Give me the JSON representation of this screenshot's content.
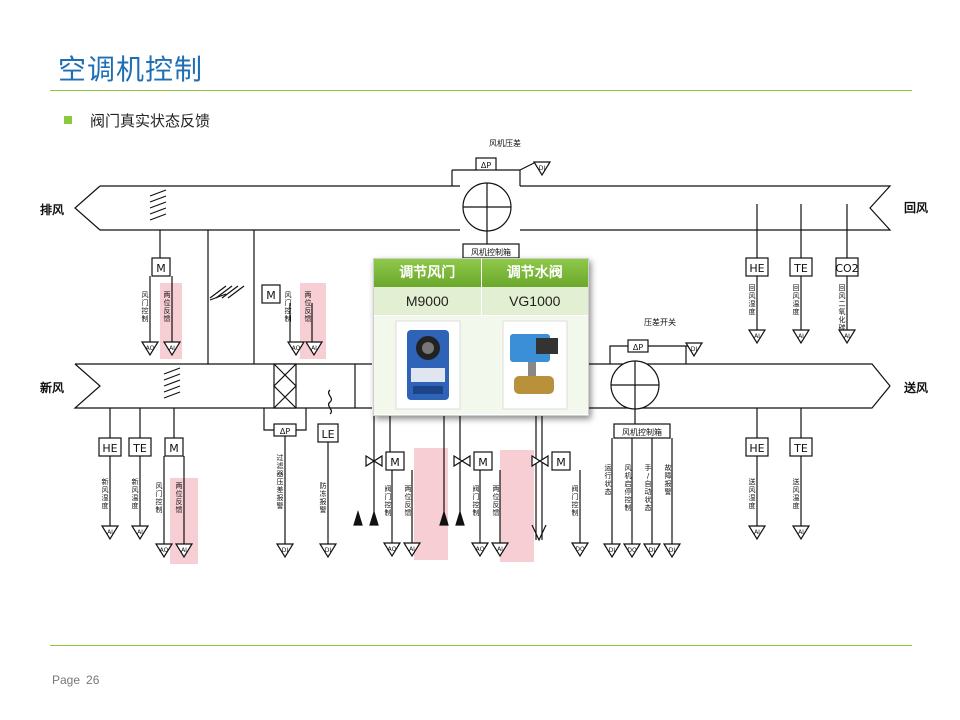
{
  "title": "空调机控制",
  "bullet": "阀门真实状态反馈",
  "footer": {
    "label": "Page",
    "number": "26"
  },
  "side_labels": {
    "exhaust": "排风",
    "fresh": "新风",
    "return": "回风",
    "supply": "送风"
  },
  "fan_pressure": {
    "label": "风机压差",
    "dp": "ΔP",
    "io": "DI"
  },
  "fan_box_top": "风机控制箱",
  "fan_box_bottom": "风机控制箱",
  "pressure_switch": {
    "label": "压差开关",
    "dp": "ΔP",
    "io": "DI"
  },
  "popup": {
    "headers": [
      "调节风门",
      "调节水阀"
    ],
    "models": [
      "M9000",
      "VG1000"
    ]
  },
  "instruments": {
    "exhaust_damper": {
      "symbol": "M",
      "labels": [
        "风门控制",
        "两位反馈"
      ],
      "io": [
        "AO",
        "AI"
      ]
    },
    "mix_damper": {
      "symbol": "M",
      "labels": [
        "风门控制",
        "两位反馈"
      ],
      "io": [
        "AO",
        "AI"
      ]
    },
    "return_he": {
      "symbol": "HE",
      "label": "回风湿度",
      "io": "AI"
    },
    "return_te": {
      "symbol": "TE",
      "label": "回风温度",
      "io": "AI"
    },
    "return_co2": {
      "symbol": "CO2",
      "label": "回风二氧化碳",
      "io": "AI"
    },
    "fresh_he": {
      "symbol": "HE",
      "label": "新风湿度",
      "io": "AI"
    },
    "fresh_te": {
      "symbol": "TE",
      "label": "新风温度",
      "io": "AI"
    },
    "fresh_damper": {
      "symbol": "M",
      "labels": [
        "风门控制",
        "两位反馈"
      ],
      "io": [
        "AO",
        "AI"
      ]
    },
    "filter": {
      "dp": "ΔP",
      "label": "过滤器压差报警",
      "io": "DI"
    },
    "frost": {
      "symbol": "LE",
      "label": "防冻报警",
      "io": "DI"
    },
    "valve1": {
      "symbol": "M",
      "labels": [
        "阀门控制",
        "两位反馈"
      ],
      "io": [
        "AO",
        "AI"
      ]
    },
    "valve2": {
      "symbol": "M",
      "labels": [
        "阀门控制",
        "两位反馈"
      ],
      "io": [
        "AO",
        "AI"
      ]
    },
    "valve3": {
      "symbol": "M",
      "label": "阀门控制",
      "io": "DO"
    },
    "fan_status": {
      "labels": [
        "运行状态",
        "风机启停控制",
        "手/自动状态",
        "故障报警"
      ],
      "io": [
        "DI",
        "DO",
        "DI",
        "DI"
      ]
    },
    "supply_he": {
      "symbol": "HE",
      "label": "送风湿度",
      "io": "AI"
    },
    "supply_te": {
      "symbol": "TE",
      "label": "送风温度",
      "io": "AI"
    }
  }
}
